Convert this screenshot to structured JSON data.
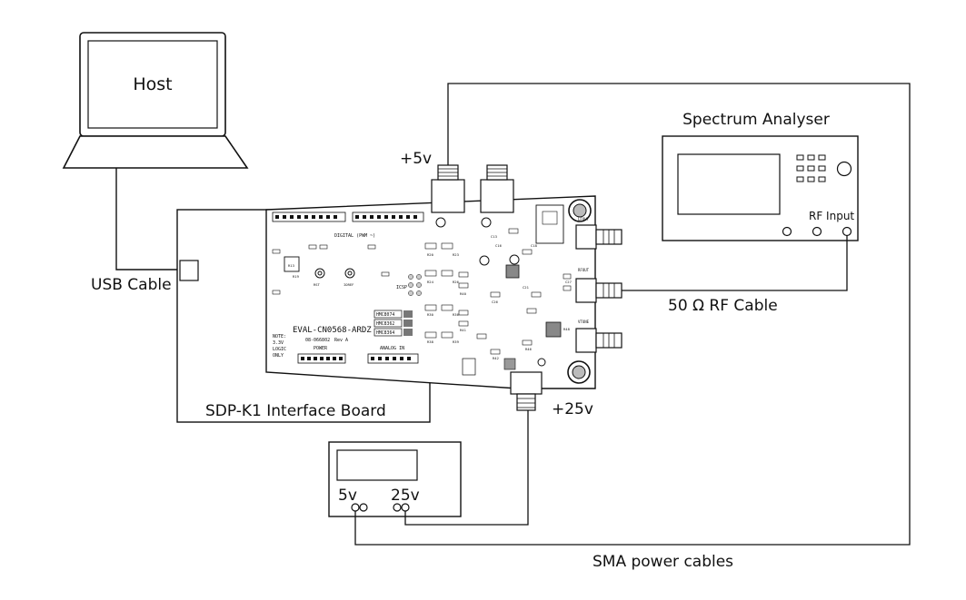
{
  "labels": {
    "host": "Host",
    "spectrum_analyser": "Spectrum Analyser",
    "rf_input": "RF Input",
    "plus5v": "+5v",
    "plus25v": "+25v",
    "usb_cable": "USB Cable",
    "rf_cable": "50 Ω RF Cable",
    "sdp_board": "SDP-K1 Interface Board",
    "supply_5v": "5v",
    "supply_25v": "25v",
    "sma_cables": "SMA power cables"
  },
  "board": {
    "name": "EVAL-CN0568-ARDZ",
    "part_number": "08-066802",
    "revision": "Rev A",
    "digital_header": "DIGITAL (PWM ~)",
    "power_header": "POWER",
    "analog_header": "ANALOG IN",
    "icsp": "ICSP",
    "chips": [
      "HMC8074",
      "HMC8362",
      "HMC8364"
    ],
    "note_lines": [
      "NOTE:",
      "3.3V",
      "LOGIC",
      "ONLY"
    ],
    "connector_labels": {
      "rfout": "RFOUT",
      "lfout": "LFOUT",
      "vtune": "VTUNE",
      "rst": "RST",
      "ioref": "IOREF"
    },
    "ref_designators": [
      "R13",
      "R19",
      "R20",
      "R23",
      "R24",
      "R26",
      "R30",
      "C13",
      "C16",
      "C18",
      "C21",
      "C26",
      "C27",
      "R36",
      "R38",
      "R39",
      "R40",
      "R41",
      "R42",
      "R46",
      "R48"
    ]
  },
  "colors": {
    "line": "#111111",
    "board_fill": "#ffffff"
  }
}
